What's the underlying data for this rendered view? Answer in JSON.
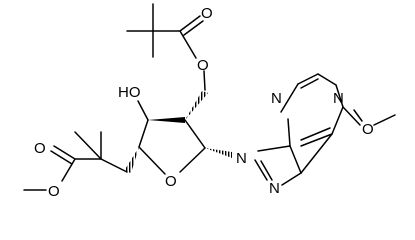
{
  "molecule": {
    "atoms": {
      "o_ester_carbonyl_top": "O",
      "o_ester_link_top": "O",
      "hydroxyl": "HO",
      "n_purine_3": "N",
      "n_purine_1": "N",
      "n_purine_9": "N",
      "n_purine_7": "N",
      "o_ring": "O",
      "o_methoxy": "O",
      "o_ester_carbonyl_left": "O",
      "o_ester_link_left": "O"
    }
  }
}
